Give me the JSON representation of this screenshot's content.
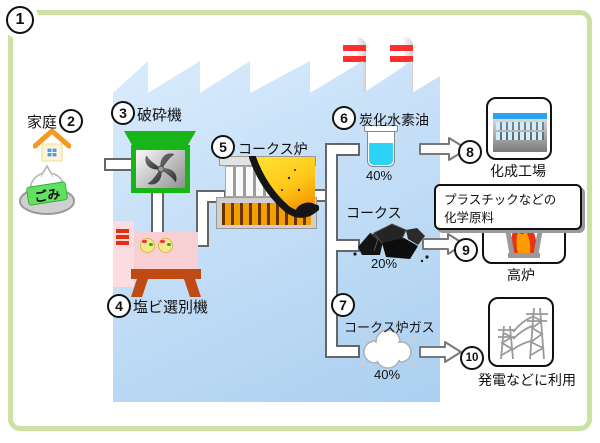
{
  "diagram": {
    "frame_number": "1",
    "household": {
      "number": "2",
      "label": "家庭",
      "garbage_label": "ごみ"
    },
    "crusher": {
      "number": "3",
      "label": "破砕機"
    },
    "pvc_sorter": {
      "number": "4",
      "label": "塩ビ選別機"
    },
    "coke_oven": {
      "number": "5",
      "label": "コークス炉"
    },
    "oil": {
      "number": "6",
      "label": "炭化水素油",
      "percent": "40%"
    },
    "coke": {
      "label": "コークス",
      "percent": "20%"
    },
    "gas": {
      "number": "7",
      "label": "コークス炉ガス",
      "percent": "40%"
    },
    "chemical_plant": {
      "number": "8",
      "label": "化成工場"
    },
    "blast_furnace": {
      "number": "9",
      "label": "高炉"
    },
    "power": {
      "number": "10",
      "label": "発電などに利用"
    },
    "bubble": {
      "line1": "プラスチックなどの",
      "line2": "化学原料"
    }
  },
  "colors": {
    "frame_green": "#cbe2a4",
    "factory_blue": "#c4def7",
    "crusher_green": "#17b517",
    "sorter_pink": "#f8cfd3",
    "stand_rust": "#c04a14",
    "oil_cyan": "#2ed3f5",
    "flame_red": "#e63311",
    "flame_orange": "#ff9a00",
    "plant_stripe_blue": "#29a3ee",
    "garbage_label_green": "#63e063",
    "chimney_stripe_red": "#ff2f2f"
  }
}
